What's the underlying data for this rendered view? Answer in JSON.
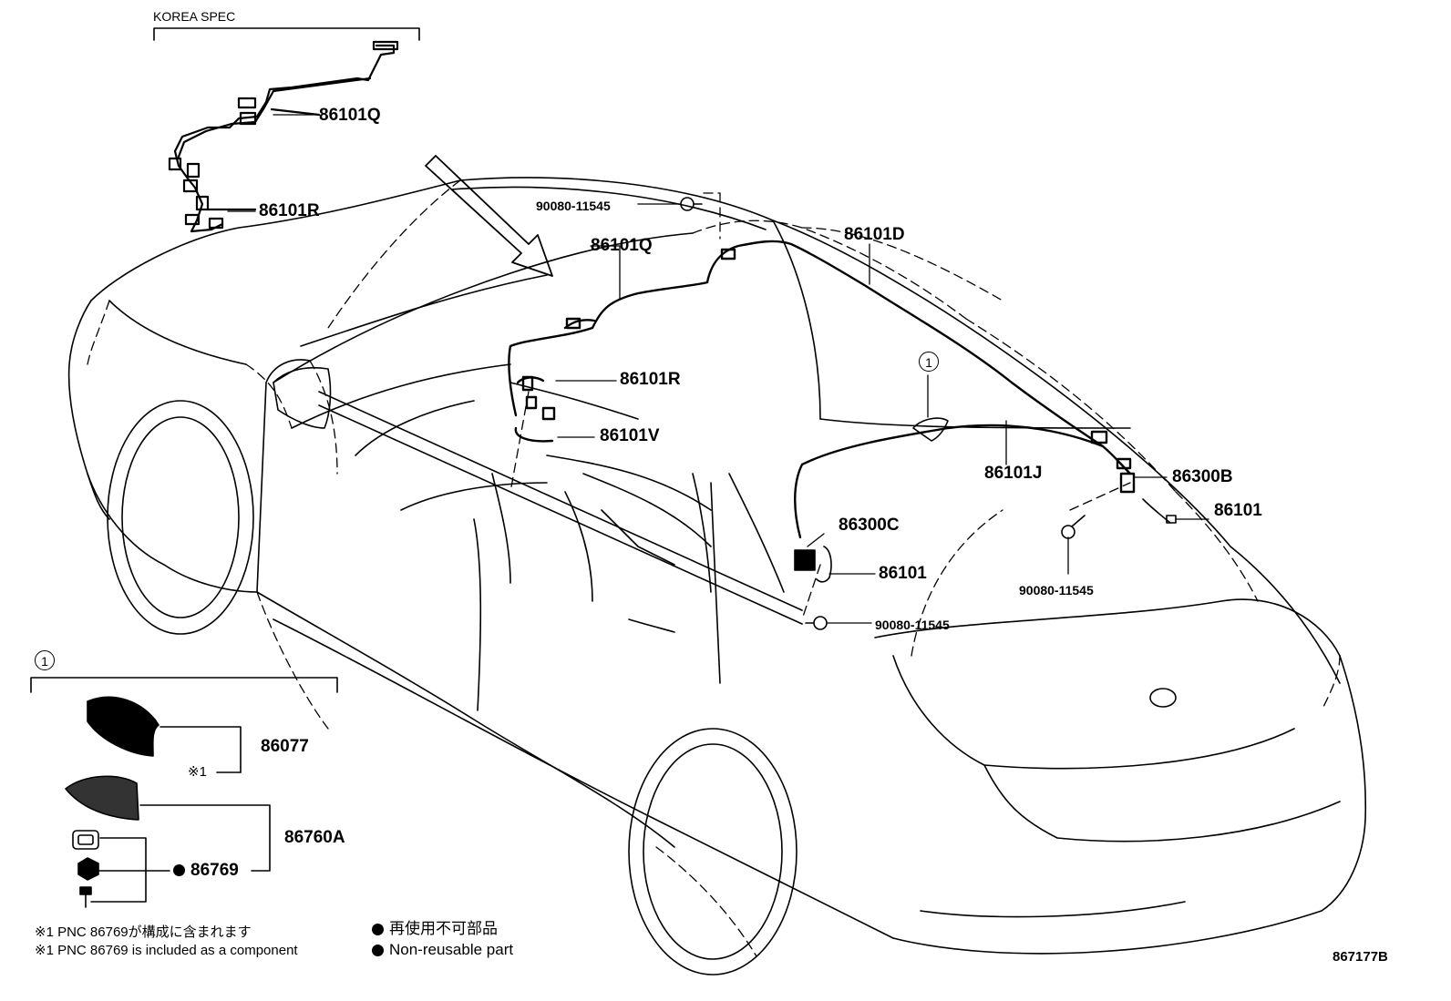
{
  "header": {
    "korea_spec": "KOREA SPEC"
  },
  "callouts": {
    "p86101Q_korea": "86101Q",
    "p86101R_korea": "86101R",
    "p90080_top": "90080-11545",
    "p86101Q": "86101Q",
    "p86101D": "86101D",
    "p86101R": "86101R",
    "p86101V": "86101V",
    "p86101J": "86101J",
    "p86300B": "86300B",
    "p86101_right": "86101",
    "p90080_right": "90080-11545",
    "p86300C": "86300C",
    "p86101_mid": "86101",
    "p90080_mid": "90080-11545",
    "p86077": "86077",
    "p86760A": "86760A",
    "p86769": "86769"
  },
  "refs": {
    "ref1_car": "1",
    "ref1_group": "1"
  },
  "marks": {
    "note_mark": "※1"
  },
  "notes": {
    "jp_note": "※1 PNC 86769が構成に含まれます",
    "en_note": "※1 PNC 86769 is included as a component"
  },
  "legend": {
    "jp_label": "再使用不可部品",
    "en_label": "Non-reusable part"
  },
  "figure_code": "867177B",
  "colors": {
    "ink": "#000000",
    "paper": "#ffffff"
  },
  "icons": {
    "non_reusable_marker": "filled-dot",
    "reference_marker": "circled-number"
  }
}
